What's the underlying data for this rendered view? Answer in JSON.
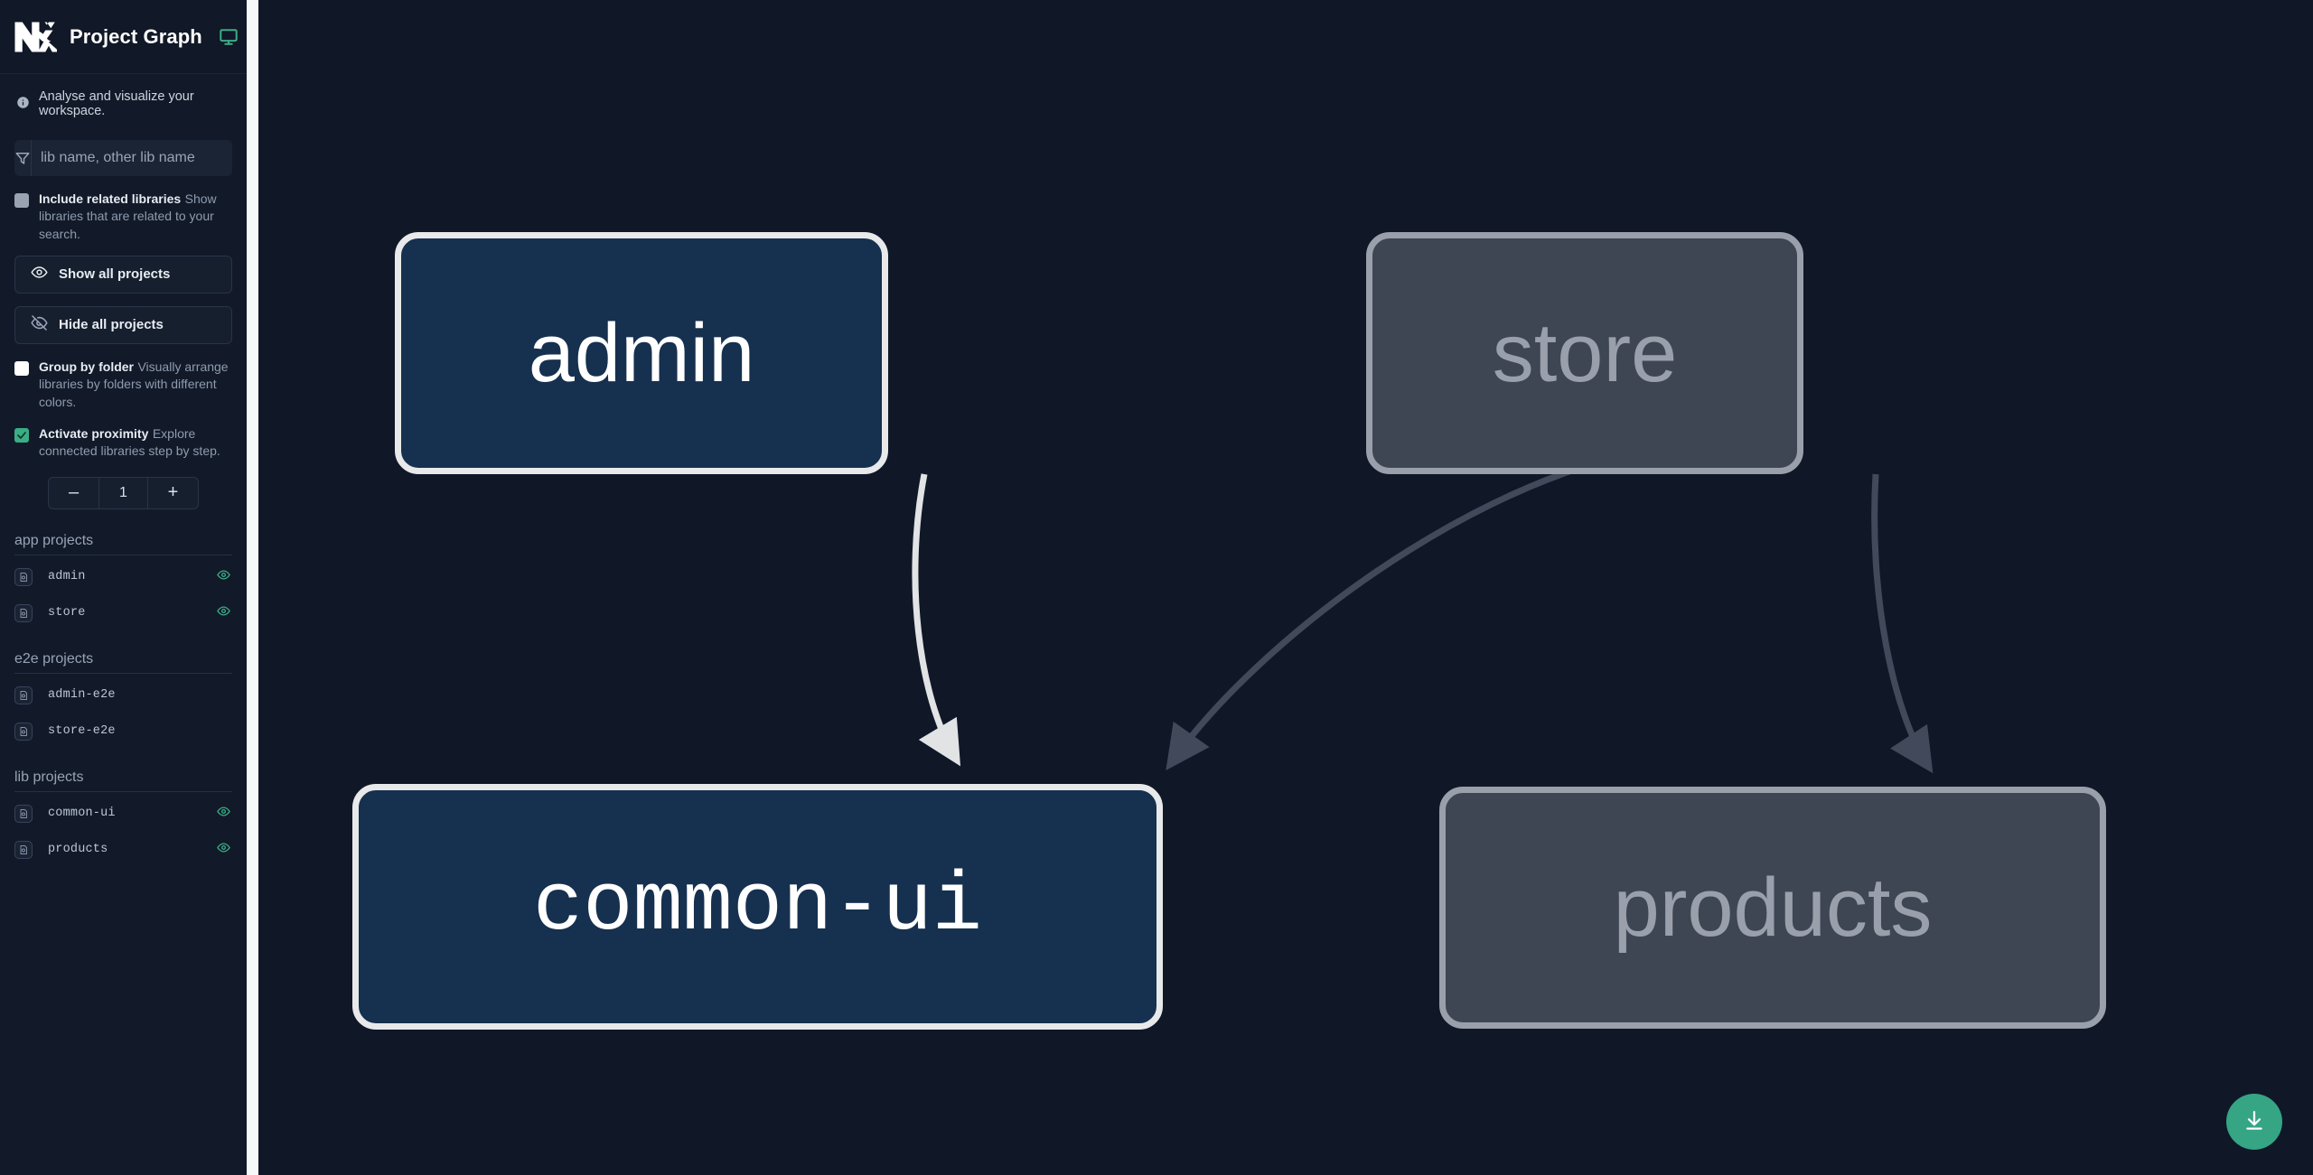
{
  "header": {
    "title": "Project Graph",
    "logo_icon": "nx-logo-icon",
    "monitor_icon": "monitor-icon"
  },
  "tagline": {
    "icon": "info-icon",
    "text": "Analyse and visualize your workspace."
  },
  "search": {
    "icon": "filter-icon",
    "placeholder": "lib name, other lib name",
    "value": ""
  },
  "options": [
    {
      "id": "include-related-libraries",
      "title": "Include related libraries",
      "desc": "Show libraries that are related to your search.",
      "checked": false,
      "style": "gray"
    },
    {
      "id": "group-by-folder",
      "title": "Group by folder",
      "desc": "Visually arrange libraries by folders with different colors.",
      "checked": false,
      "style": "white"
    },
    {
      "id": "activate-proximity",
      "title": "Activate proximity",
      "desc": "Explore connected libraries step by step.",
      "checked": true,
      "style": "green"
    }
  ],
  "buttons": {
    "show_all": {
      "label": "Show all projects",
      "icon": "eye-icon"
    },
    "hide_all": {
      "label": "Hide all projects",
      "icon": "eye-off-icon"
    }
  },
  "stepper": {
    "decrement": "–",
    "value": "1",
    "increment": "+"
  },
  "groups": [
    {
      "title": "app projects",
      "projects": [
        {
          "name": "admin",
          "icon": "project-icon",
          "visible": true,
          "visible_icon": "eye-icon"
        },
        {
          "name": "store",
          "icon": "project-icon",
          "visible": true,
          "visible_icon": "eye-icon"
        }
      ]
    },
    {
      "title": "e2e projects",
      "projects": [
        {
          "name": "admin-e2e",
          "icon": "project-icon",
          "visible": false
        },
        {
          "name": "store-e2e",
          "icon": "project-icon",
          "visible": false
        }
      ]
    },
    {
      "title": "lib projects",
      "projects": [
        {
          "name": "common-ui",
          "icon": "project-icon",
          "visible": true,
          "visible_icon": "eye-icon"
        },
        {
          "name": "products",
          "icon": "project-icon",
          "visible": true,
          "visible_icon": "eye-icon"
        }
      ]
    }
  ],
  "graph": {
    "nodes": [
      {
        "id": "admin",
        "label": "admin",
        "state": "focus"
      },
      {
        "id": "store",
        "label": "store",
        "state": "dim"
      },
      {
        "id": "common-ui",
        "label": "common-ui",
        "state": "focus"
      },
      {
        "id": "products",
        "label": "products",
        "state": "dim"
      }
    ],
    "edges": [
      {
        "from": "admin",
        "to": "common-ui",
        "state": "focus"
      },
      {
        "from": "store",
        "to": "common-ui",
        "state": "dim"
      },
      {
        "from": "store",
        "to": "products",
        "state": "dim"
      }
    ]
  },
  "download_button": {
    "icon": "download-icon",
    "label": ""
  },
  "colors": {
    "sidebar_bg": "#121a29",
    "canvas_bg": "#101828",
    "accent_green": "#35a584",
    "node_focus_fill": "#16304f",
    "node_focus_border": "#e8e9ea",
    "node_dim_fill": "#3e4654",
    "node_dim_border": "#99a0ab",
    "edge_focus": "#e1e3e5",
    "edge_dim": "#3e4654"
  }
}
